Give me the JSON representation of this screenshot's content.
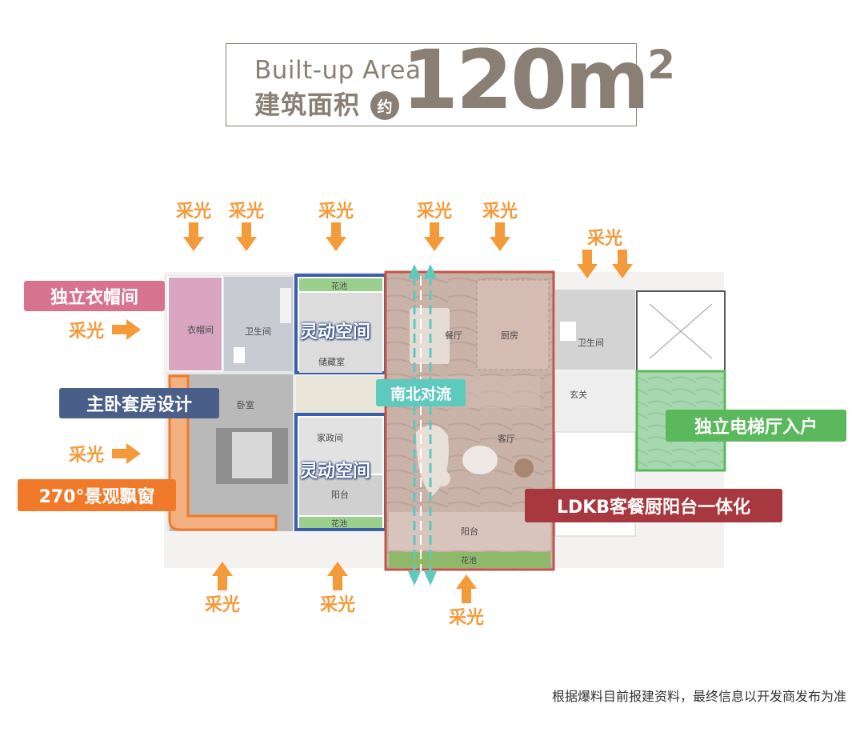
{
  "header": {
    "title_en": "Built-up Area",
    "title_cn": "建筑面积",
    "approx_badge": "约",
    "area_value": "120m",
    "area_superscript": "2"
  },
  "light_label": "采光",
  "rooms": {
    "cloakroom": "衣帽间",
    "bathroom_main": "卫生间",
    "bathroom_second": "卫生间",
    "storage": "储藏室",
    "bedroom": "卧室",
    "housekeeping": "家政间",
    "balcony_small": "阳台",
    "flower_top": "花池",
    "flower_bottom_left": "花池",
    "flower_bottom_right": "花池",
    "dining": "餐厅",
    "kitchen": "厨房",
    "living": "客厅",
    "balcony_big": "阳台",
    "foyer": "玄关"
  },
  "callouts": {
    "cloakroom": "独立衣帽间",
    "master_suite": "主卧套房设计",
    "bay_window": "270°景观飘窗",
    "flex_space_top": "灵动空间",
    "flex_space_bottom": "灵动空间",
    "ventilation": "南北对流",
    "elevator_entry": "独立电梯厅入户",
    "ldkb": "LDKB客餐厨阳台一体化"
  },
  "colors": {
    "header": "#8a7f74",
    "light_orange": "#f39a3a",
    "tag_pink": "#d8738f",
    "tag_navy": "#4a5e8a",
    "tag_orange": "#f07a2a",
    "tag_green": "#5cb85c",
    "tag_red": "#a8383f",
    "tag_teal": "#5ec9bd",
    "flex_border": "#3b5fa8",
    "ldkb_border": "#c0564a"
  },
  "disclaimer": "根据爆料目前报建资料，最终信息以开发商发布为准"
}
